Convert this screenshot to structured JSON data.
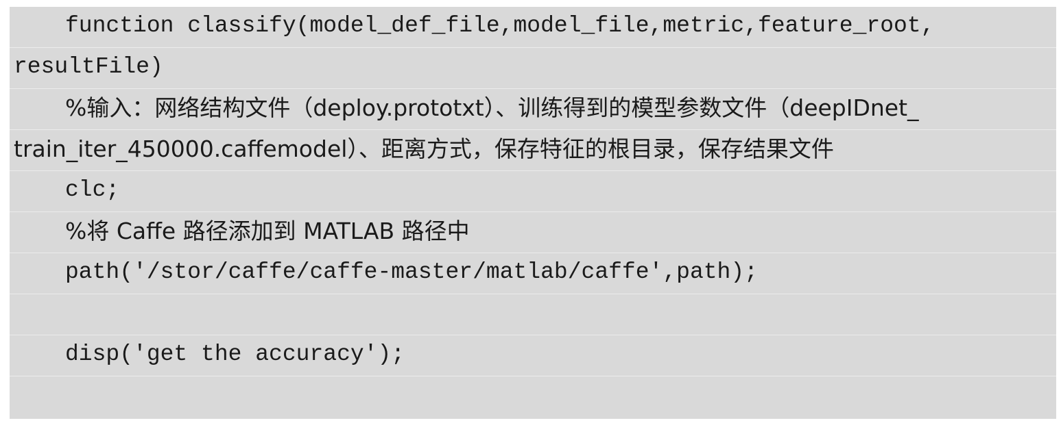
{
  "code_lines": [
    "function classify(model_def_file,model_file,metric,feature_root,",
    "resultFile)",
    "%输入：网络结构文件（deploy.prototxt）、训练得到的模型参数文件（deepIDnet_",
    "train_iter_450000.caffemodel）、距离方式，保存特征的根目录，保存结果文件",
    "clc;",
    "%将 Caffe 路径添加到 MATLAB 路径中",
    "path('/stor/caffe/caffe-master/matlab/caffe',path);",
    "",
    "disp('get the accuracy');",
    ""
  ]
}
